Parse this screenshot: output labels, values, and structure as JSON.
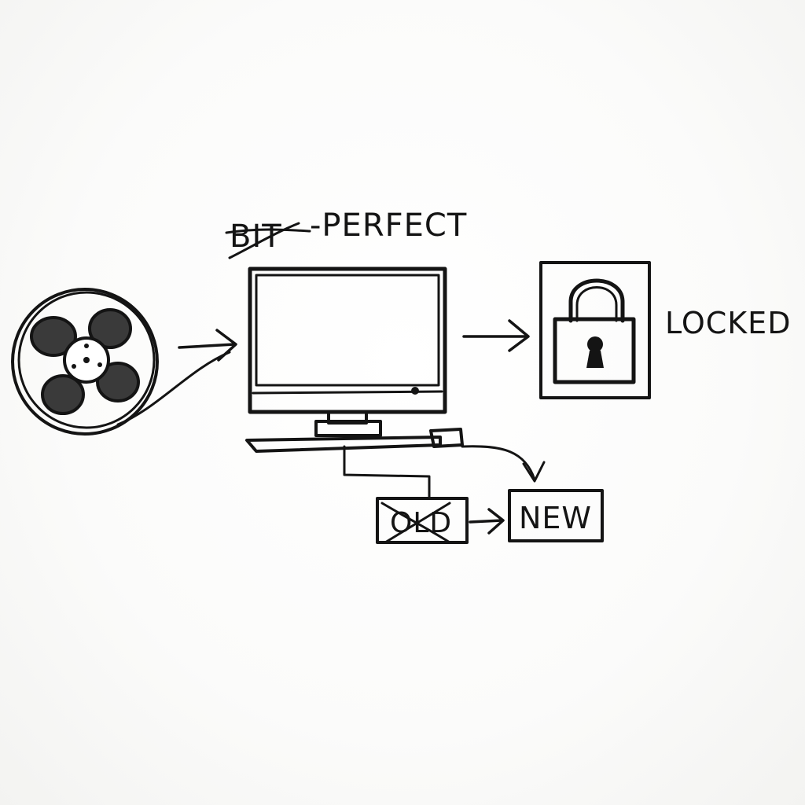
{
  "diagram": {
    "title_struck": "BIT",
    "title_suffix": "-PERFECT",
    "lock_label": "LOCKED",
    "old_label": "OLD",
    "new_label": "NEW"
  },
  "colors": {
    "ink": "#141414",
    "paper": "#ffffff"
  },
  "icons": [
    "film-reel-icon",
    "monitor-icon",
    "keyboard-icon",
    "padlock-icon"
  ]
}
